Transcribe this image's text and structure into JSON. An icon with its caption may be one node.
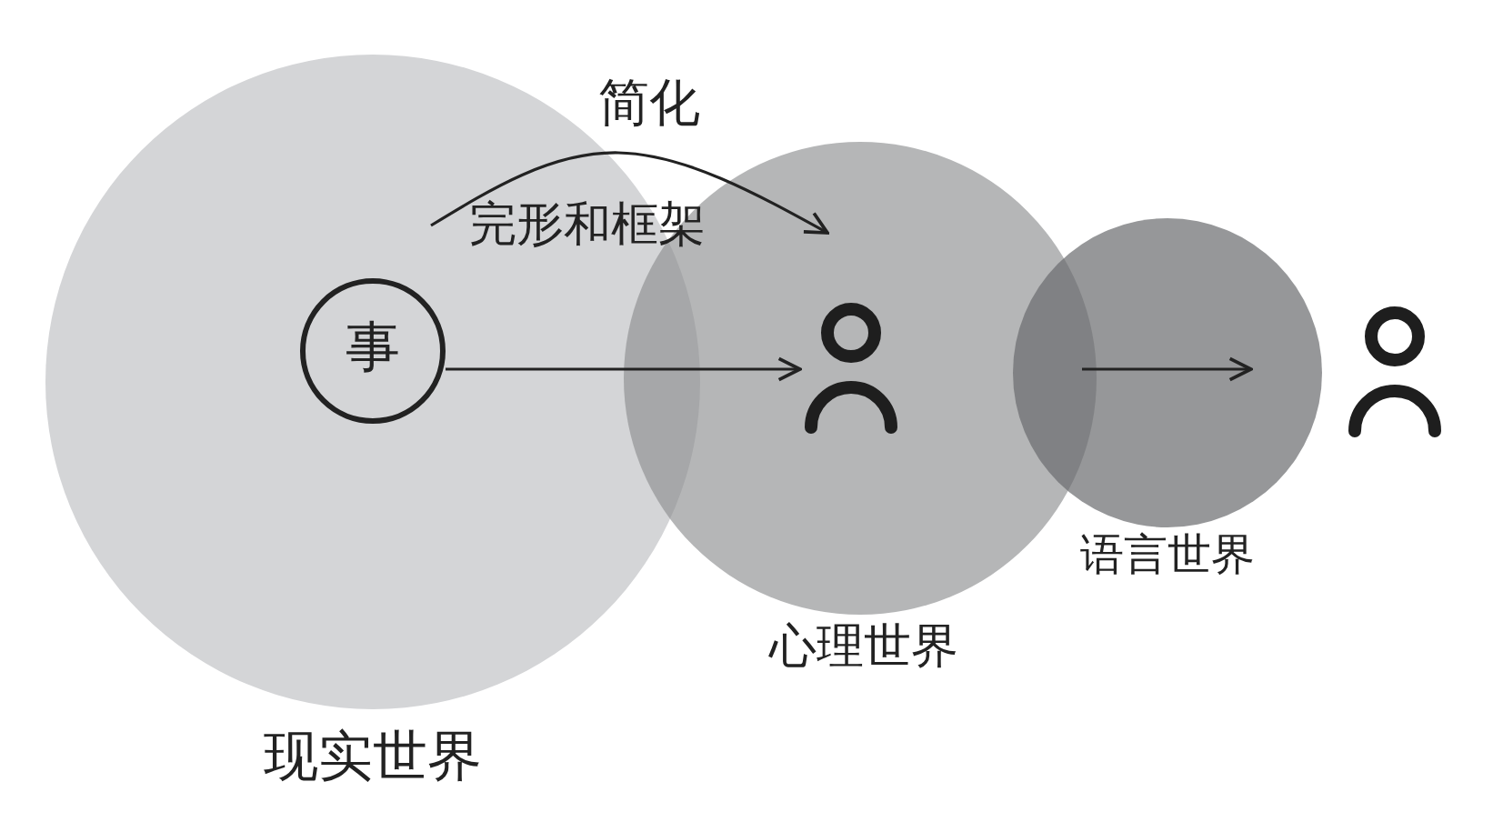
{
  "diagram": {
    "nodes": [
      {
        "text": [
          "现实世界"
        ]
      },
      {
        "text": [
          "事"
        ],
        "in": 0
      },
      {
        "text": [
          "心理世界"
        ]
      },
      {
        "text": [],
        "shape": "person",
        "in": 2
      },
      {
        "text": [
          "语言世界"
        ]
      },
      {
        "text": [],
        "shape": "person"
      }
    ],
    "edges": [
      {
        "from": null,
        "to": 2,
        "arrow": "to",
        "label": "简化"
      },
      {
        "from": 1,
        "to": 3,
        "arrow": "to"
      },
      {
        "from": 2,
        "to": 4,
        "arrow": "to"
      }
    ],
    "labels": [
      "完形和框架"
    ]
  }
}
